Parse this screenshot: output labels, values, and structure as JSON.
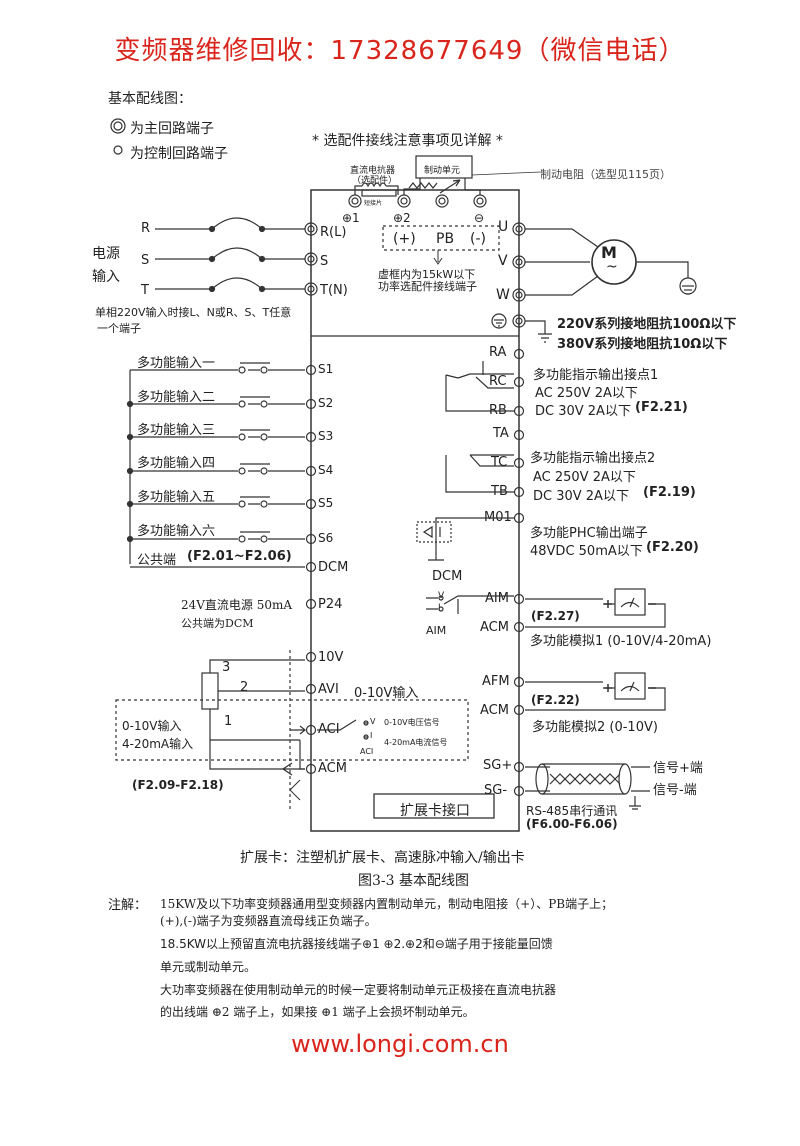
{
  "banner": "变频器维修回收：17328677649（微信电话）",
  "heading": "基本配线图：",
  "legend": {
    "main": "为主回路端子",
    "control": "为控制回路端子"
  },
  "note_top": "* 选配件接线注意事项见详解 *",
  "dc_reactor": {
    "l1": "直流电抗器",
    "l2": "（选配件）",
    "small": "短接片"
  },
  "brake_unit": "制动单元",
  "brake_resistor": "制动电阻（选型见115页）",
  "bus_terms": {
    "p1": "⊕1",
    "p2": "⊕2",
    "neg": "⊖"
  },
  "dashed_box": {
    "plus": "(+)",
    "pb": "PB",
    "minus": "(-)"
  },
  "dashed_note": {
    "l1": "虚框内为15kW以下",
    "l2": "功率选配件接线端子"
  },
  "supply": {
    "label1": "电源",
    "label2": "输入",
    "phases": [
      "R",
      "S",
      "T"
    ],
    "terms": [
      "R(L)",
      "S",
      "T(N)"
    ],
    "note1": "单相220V输入时接L、N或R、S、T任意",
    "note2": "一个端子"
  },
  "motor": {
    "letter": "M",
    "tilde": "~",
    "terms": [
      "U",
      "V",
      "W"
    ]
  },
  "ground": {
    "l1": "220V系列接地阻抗100Ω以下",
    "l2": "380V系列接地阻抗10Ω以下"
  },
  "inputs": [
    {
      "label": "多功能输入一",
      "term": "S1"
    },
    {
      "label": "多功能输入二",
      "term": "S2"
    },
    {
      "label": "多功能输入三",
      "term": "S3"
    },
    {
      "label": "多功能输入四",
      "term": "S4"
    },
    {
      "label": "多功能输入五",
      "term": "S5"
    },
    {
      "label": "多功能输入六",
      "term": "S6"
    }
  ],
  "common": {
    "label": "公共端",
    "param": "(F2.01~F2.06)",
    "term": "DCM"
  },
  "p24": {
    "l1": "24V直流电源 50mA",
    "l2": "公共端为DCM",
    "term": "P24"
  },
  "relay1": {
    "terms": [
      "RA",
      "RC",
      "RB"
    ],
    "title": "多功能指示输出接点1",
    "ac": "AC 250V 2A以下",
    "dc": "DC 30V 2A以下",
    "param": "(F2.21)"
  },
  "relay2": {
    "terms": [
      "TA",
      "TC",
      "TB"
    ],
    "title": "多功能指示输出接点2",
    "ac": "AC 250V 2A以下",
    "dc": "DC 30V 2A以下",
    "param": "(F2.19)"
  },
  "m01": {
    "term": "M01",
    "title": "多功能PHC输出端子",
    "spec": "48VDC 50mA以下",
    "param": "(F2.20)",
    "dcm": "DCM"
  },
  "aim": {
    "term": "AIM",
    "acm": "ACM",
    "param": "(F2.27)",
    "desc": "多功能模拟1 (0-10V/4-20mA)",
    "sw_v": "V",
    "sw_i": "I",
    "sw_label": "AIM"
  },
  "afm": {
    "term": "AFM",
    "acm": "ACM",
    "param": "(F2.22)",
    "desc": "多功能模拟2 (0-10V)"
  },
  "analog_in": {
    "t10v": "10V",
    "avi": "AVI",
    "avi_desc": "0-10V输入",
    "aci": "ACI",
    "acm": "ACM",
    "pot": [
      "3",
      "2",
      "1"
    ],
    "l1": "0-10V输入",
    "l2": "4-20mA输入",
    "v_opt": "V",
    "v_desc": "0-10V电压信号",
    "i_opt": "I",
    "i_desc": "4-20mA电流信号",
    "sw": "ACI",
    "param": "(F2.09-F2.18)"
  },
  "rs485": {
    "p": "SG+",
    "n": "SG-",
    "sig_p": "信号+端",
    "sig_n": "信号-端",
    "title": "RS-485串行通讯",
    "param": "(F6.00-F6.06)"
  },
  "expansion": {
    "box": "扩展卡接口",
    "note": "扩展卡：注塑机扩展卡、高速脉冲输入/输出卡"
  },
  "figure_title": "图3-3 基本配线图",
  "notes": {
    "label": "注解：",
    "l1": "15KW及以下功率变频器通用型变频器内置制动单元，制动电阻接（+）、PB端子上；",
    "l2": "(+),(-)端子为变频器直流母线正负端子。",
    "l3": "18.5KW以上预留直流电抗器接线端子⊕1 ⊕2.⊕2和⊖端子用于接能量回馈",
    "l4": "单元或制动单元。",
    "l5": "大功率变频器在使用制动单元的时候一定要将制动单元正极接在直流电抗器",
    "l6": "的出线端 ⊕2 端子上，如果接 ⊕1 端子上会损坏制动单元。"
  },
  "url": "www.longi.com.cn"
}
